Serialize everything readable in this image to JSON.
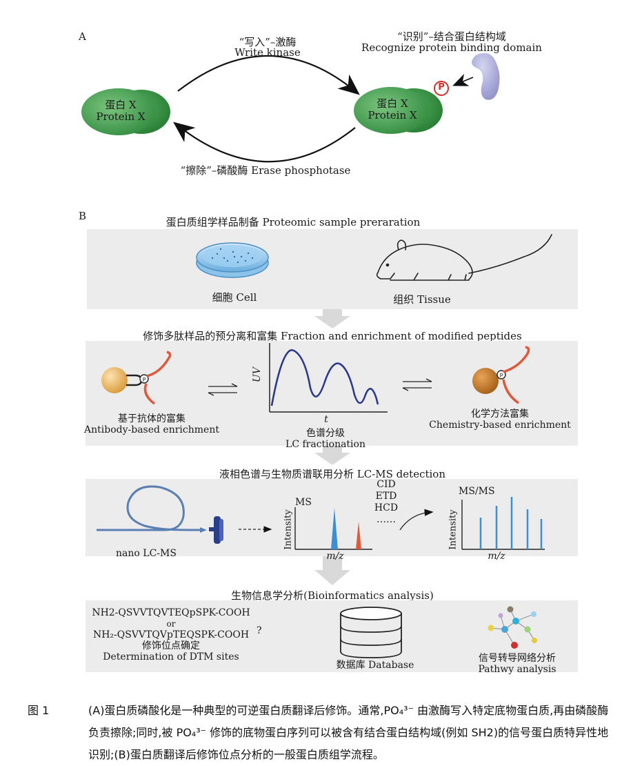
{
  "panel_a": {
    "letter": "A",
    "write_cn": "“写入”–激酶",
    "write_en": "Write kinase",
    "recognize_cn": "“识别”–结合蛋白结构域",
    "recognize_en": "Recognize protein binding domain",
    "erase": "“擦除”–磷酸酶 Erase phosphotase",
    "protein_cn": "蛋白 X",
    "protein_en": "Protein X",
    "phospho": "P"
  },
  "panel_b": {
    "letter": "B",
    "step1_title": "蛋白质组学样品制备 Proteomic sample preraration",
    "cell_label": "细胞 Cell",
    "tissue_label": "组织 Tissue",
    "step2_title": "修饰多肽样品的预分离和富集 Fraction and enrichment of modified peptides",
    "antibody_cn": "基于抗体的富集",
    "antibody_en": "Antibody-based enrichment",
    "uv_label": "UV",
    "t_label": "t",
    "lc_cn": "色谱分级",
    "lc_en": "LC fractionation",
    "chem_cn": "化学方法富集",
    "chem_en": "Chemistry-based enrichment",
    "step3_title": "液相色谱与生物质谱联用分析 LC-MS detection",
    "nano_label": "nano LC-MS",
    "ms_label": "MS",
    "intensity_label": "Intensity",
    "mz_label": "m/z",
    "cid": "CID",
    "etd": "ETD",
    "hcd": "HCD",
    "dots": "……",
    "msms_label": "MS/MS",
    "step4_title": "生物信息学分析(Bioinformatics analysis)",
    "seq1": "NH2-QSVVTQVTEQpSPK-COOH",
    "seq_or": "or",
    "seq2": "NH₂-QSVVTQVpTEQSPK-COOH",
    "question": "?",
    "dtm_cn": "修饰位点确定",
    "dtm_en": "Determination of DTM sites",
    "db_label": "数据库 Database",
    "pathway_cn": "信号转导网络分析",
    "pathway_en": "Pathwy analysis"
  },
  "caption": {
    "fig_no": "图 1",
    "text": "(A)蛋白质磷酸化是一种典型的可逆蛋白质翻译后修饰。通常,PO₄³⁻ 由激酶写入特定底物蛋白质,再由磷酸酶负责擦除;同时,被 PO₄³⁻ 修饰的底物蛋白序列可以被含有结合蛋白结构域(例如 SH2)的信号蛋白质特异性地识别;(B)蛋白质翻译后修饰位点分析的一般蛋白质组学流程。"
  },
  "colors": {
    "protein_green": "#3f9b4c",
    "panel_gray": "#ececec",
    "peptide_red": "#e0573a",
    "curve_blue": "#2d3a8c",
    "ms_blue": "#3b8fd4",
    "ms_red": "#e05a3a",
    "binding_domain": "#a9a9d8"
  }
}
